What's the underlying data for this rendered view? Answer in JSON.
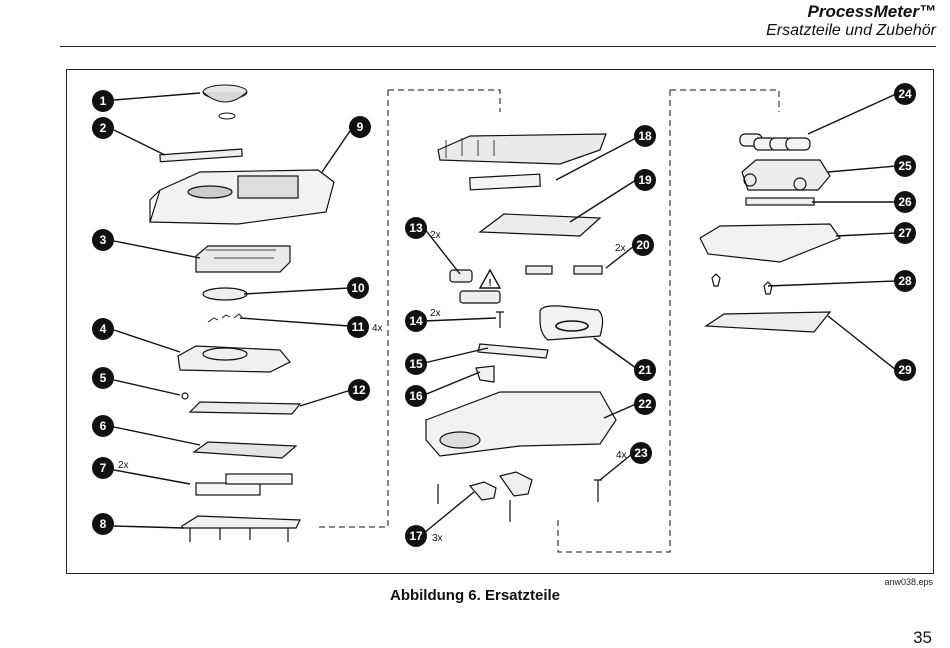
{
  "header": {
    "title": "ProcessMeter™",
    "subtitle": "Ersatzteile und Zubehör"
  },
  "figure": {
    "code": "anw038.eps",
    "caption": "Abbildung 6. Ersatzteile",
    "callouts": [
      "1",
      "2",
      "3",
      "4",
      "5",
      "6",
      "7",
      "8",
      "9",
      "10",
      "11",
      "12",
      "13",
      "14",
      "15",
      "16",
      "17",
      "18",
      "19",
      "20",
      "21",
      "22",
      "23",
      "24",
      "25",
      "26",
      "27",
      "28",
      "29"
    ],
    "multipliers": {
      "c7": "2x",
      "c11": "4x",
      "c13": "2x",
      "c14": "2x",
      "c17": "3x",
      "c20": "2x",
      "c23": "4x"
    }
  },
  "page_number": "35"
}
